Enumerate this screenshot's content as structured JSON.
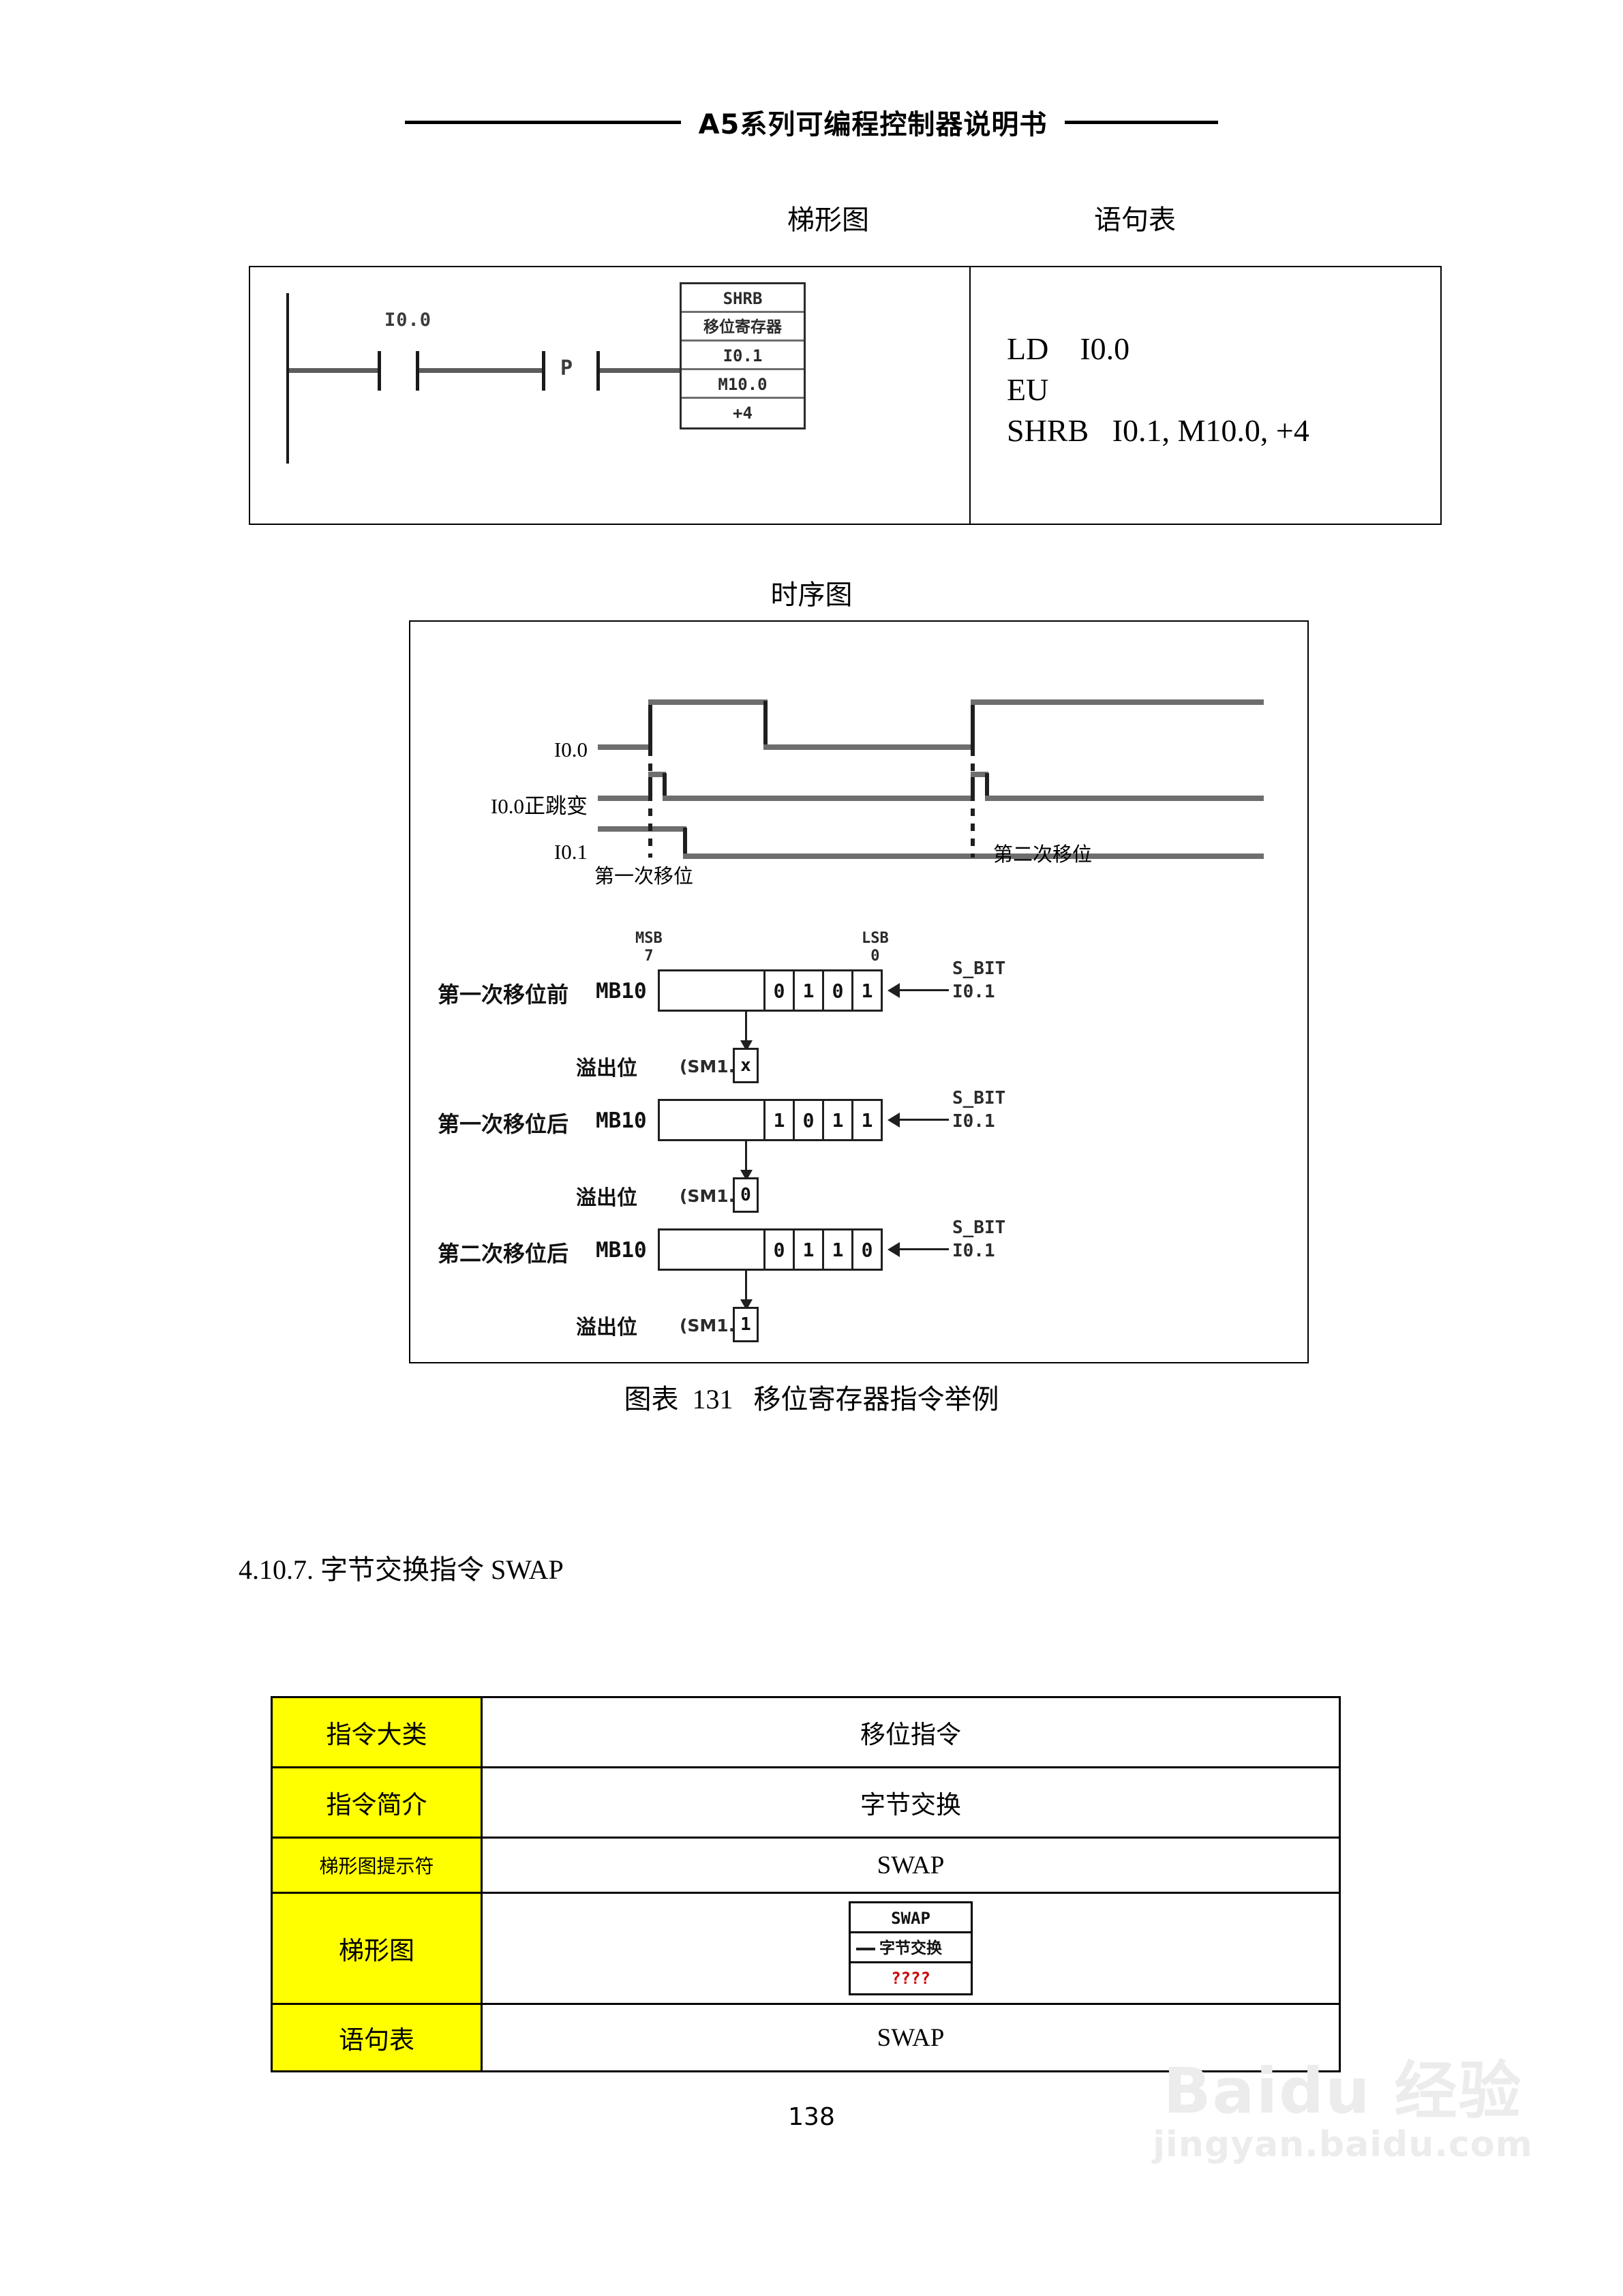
{
  "header": {
    "title": "A5系列可编程控制器说明书"
  },
  "ladder_section": {
    "col_ladder": "梯形图",
    "col_stl": "语句表",
    "ladder": {
      "contact_label": "I0.0",
      "transition_label": "P",
      "block_rows": [
        "SHRB",
        "移位寄存器",
        "I0.1",
        "M10.0",
        "+4"
      ]
    },
    "stl_text": "LD    I0.0\nEU\nSHRB   I0.1, M10.0, +4"
  },
  "timing_section": {
    "caption": "时序图",
    "waveform_labels": {
      "row1": "I0.0",
      "row2": "I0.0正跳变",
      "row3": "I0.1"
    },
    "notes": {
      "first_shift": "第一次移位",
      "second_shift": "第二次移位"
    },
    "registers": [
      {
        "label": "第一次移位前",
        "reg_name": "MB10",
        "bits": [
          "0",
          "1",
          "0",
          "1"
        ],
        "overflow_label": "溢出位",
        "overflow_sm": "(SM1.1)",
        "overflow_value": "x",
        "sbit_caption": "S_BIT",
        "sbit_value": "I0.1",
        "msb_label": "MSB",
        "msb_index": "7",
        "lsb_label": "LSB",
        "lsb_index": "0"
      },
      {
        "label": "第一次移位后",
        "reg_name": "MB10",
        "bits": [
          "1",
          "0",
          "1",
          "1"
        ],
        "overflow_label": "溢出位",
        "overflow_sm": "(SM1.1)",
        "overflow_value": "0",
        "sbit_caption": "S_BIT",
        "sbit_value": "I0.1"
      },
      {
        "label": "第二次移位后",
        "reg_name": "MB10",
        "bits": [
          "0",
          "1",
          "1",
          "0"
        ],
        "overflow_label": "溢出位",
        "overflow_sm": "(SM1.1)",
        "overflow_value": "1",
        "sbit_caption": "S_BIT",
        "sbit_value": "I0.1"
      }
    ]
  },
  "figure_caption": "图表  131   移位寄存器指令举例",
  "section_heading": "4.10.7. 字节交换指令 SWAP",
  "spec_table": {
    "accent_color": "#FFFF00",
    "rows": [
      {
        "key": "指令大类",
        "value": "移位指令"
      },
      {
        "key": "指令简介",
        "value": "字节交换"
      },
      {
        "key": "梯形图提示符",
        "value": "SWAP"
      },
      {
        "key": "梯形图",
        "value": ""
      },
      {
        "key": "语句表",
        "value": "SWAP"
      }
    ],
    "ladder_block": {
      "rows": [
        "SWAP",
        "字节交换",
        "????"
      ],
      "unknown_color": "#cc0000"
    }
  },
  "watermark": {
    "main": "Baidu 经验",
    "sub": "jingyan.baidu.com"
  },
  "page_number": "138"
}
